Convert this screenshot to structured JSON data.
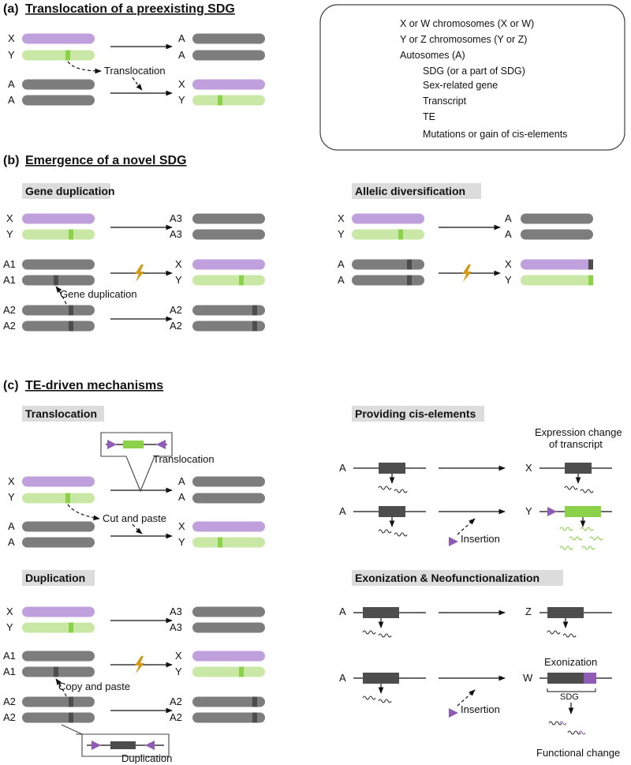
{
  "colors": {
    "x_chrom": "#bf9fdc",
    "y_chrom": "#c9e8a6",
    "autosome": "#7d7d7d",
    "sdg_purple": "#8e5bb5",
    "sdg_green": "#8cd14a",
    "sex_gene": "#4d4d4d",
    "te": "#8e5bb5",
    "bolt": "#d49a16",
    "subtitle_bg": "#dcdcdc"
  },
  "icons": {
    "arrow": "arrow-icon",
    "bolt": "lightning-bolt-icon",
    "te": "te-triangle-icon",
    "transcript": "wavy-transcript-icon"
  },
  "panel_a": {
    "letter": "(a)",
    "title": "Translocation of a preexisting SDG",
    "left_labels": [
      "X",
      "Y",
      "A",
      "A"
    ],
    "right_labels": [
      "A",
      "A",
      "X",
      "Y"
    ],
    "arrow_label": "Translocation"
  },
  "legend": {
    "items": [
      "X or W chromosomes (X or W)",
      "Y or Z chromosomes (Y or Z)",
      "Autosomes (A)",
      "SDG (or a part of SDG)",
      "Sex-related gene",
      "Transcript",
      "TE",
      "Mutations or gain of cis-elements"
    ]
  },
  "panel_b": {
    "letter": "(b)",
    "title": "Emergence of a novel SDG",
    "gene_duplication": {
      "subtitle": "Gene duplication",
      "left_labels": [
        "X",
        "Y",
        "A1",
        "A1",
        "A2",
        "A2"
      ],
      "right_labels": [
        "A3",
        "A3",
        "X",
        "Y",
        "A2",
        "A2"
      ],
      "arrow_label": "Gene duplication"
    },
    "allelic": {
      "subtitle": "Allelic diversification",
      "left_labels": [
        "X",
        "Y",
        "A",
        "A"
      ],
      "right_labels": [
        "A",
        "A",
        "X",
        "Y"
      ]
    }
  },
  "panel_c": {
    "letter": "(c)",
    "title": "TE-driven mechanisms",
    "translocation": {
      "subtitle": "Translocation",
      "left_labels": [
        "X",
        "Y",
        "A",
        "A"
      ],
      "right_labels": [
        "A",
        "A",
        "X",
        "Y"
      ],
      "callout_label": "Translocation",
      "arrow_label": "Cut and paste"
    },
    "duplication": {
      "subtitle": "Duplication",
      "left_labels": [
        "X",
        "Y",
        "A1",
        "A1",
        "A2",
        "A2"
      ],
      "right_labels": [
        "A3",
        "A3",
        "X",
        "Y",
        "A2",
        "A2"
      ],
      "arrow_label": "Copy and paste",
      "callout_label": "Duplication"
    },
    "cis_elements": {
      "subtitle": "Providing cis-elements",
      "left_labels": [
        "A",
        "A"
      ],
      "right_labels": [
        "X",
        "Y"
      ],
      "top_note_line1": "Expression change",
      "top_note_line2": "of transcript",
      "insertion_label": "Insertion"
    },
    "exonization": {
      "subtitle": "Exonization & Neofunctionalization",
      "left_labels": [
        "A",
        "A"
      ],
      "right_labels": [
        "Z",
        "W"
      ],
      "insertion_label": "Insertion",
      "exonization_label": "Exonization",
      "sdg_label": "SDG",
      "functional_label": "Functional change"
    }
  }
}
